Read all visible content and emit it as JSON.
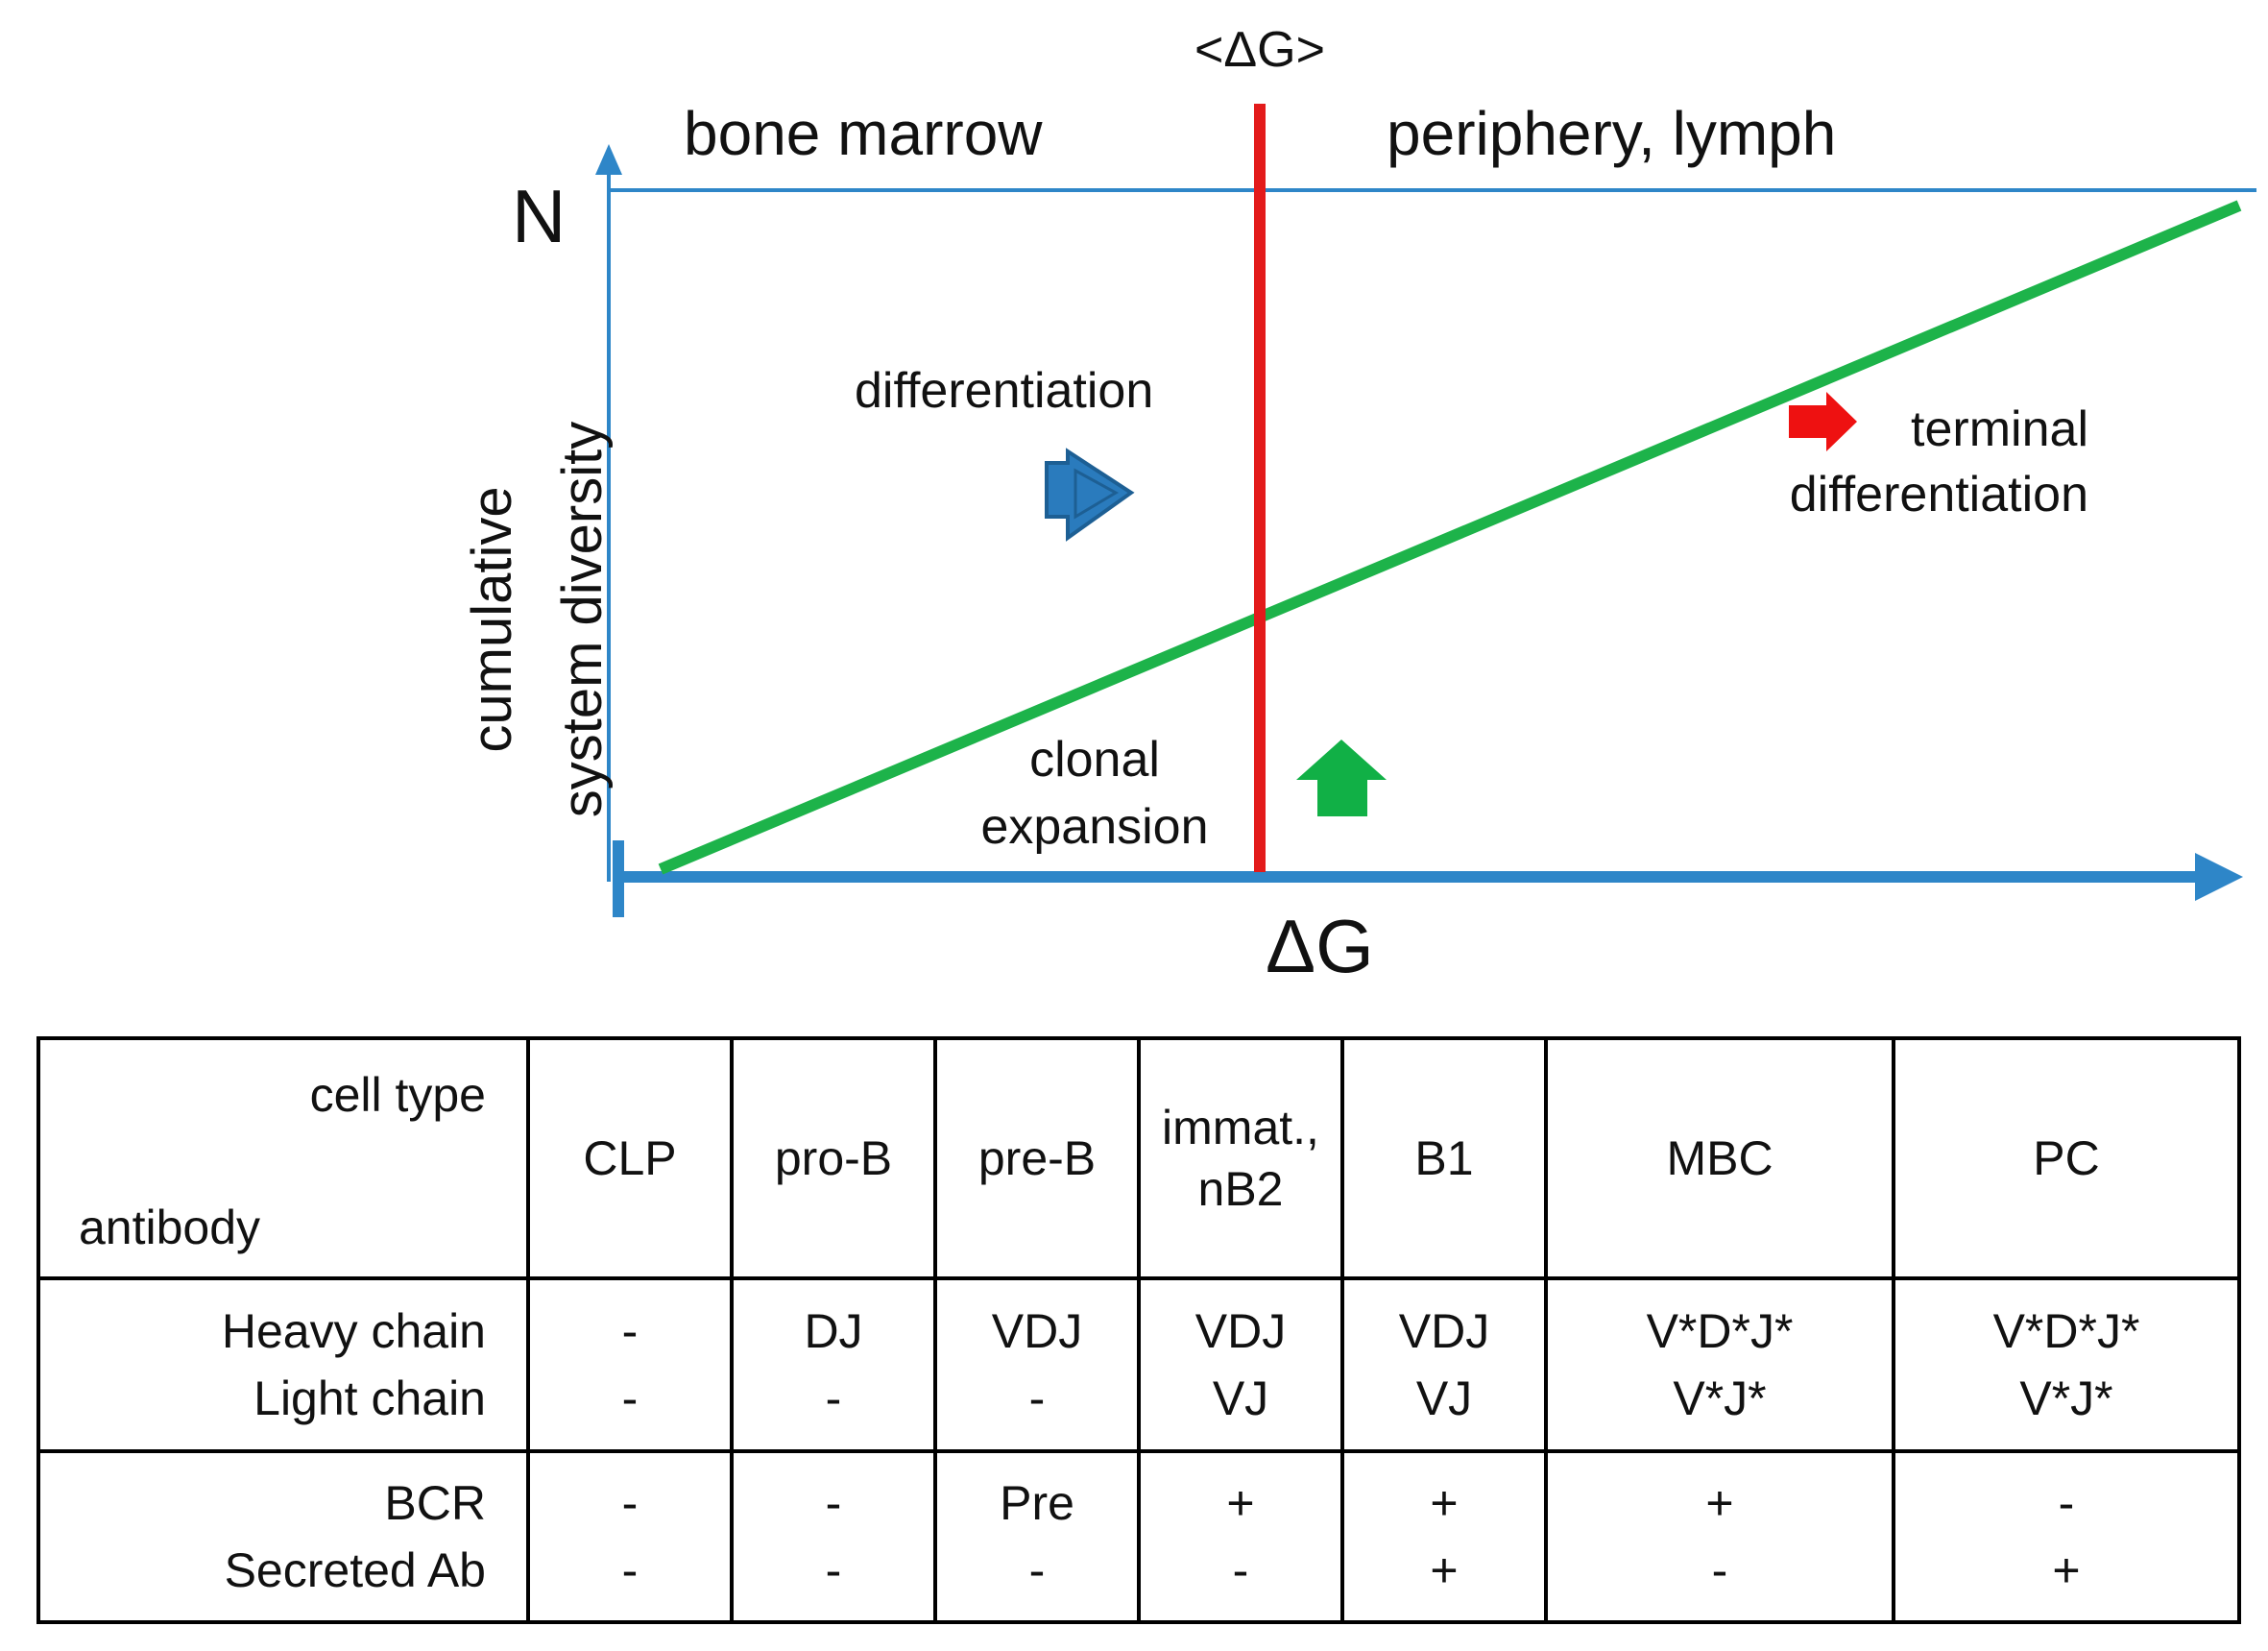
{
  "diagram": {
    "threshold_label": "<ΔG>",
    "regions": {
      "left": "bone marrow",
      "right": "periphery, lymph"
    },
    "y_axis_top_label": "N",
    "y_axis_label_lines": [
      "cumulative",
      "system diversity"
    ],
    "x_axis_label": "ΔG",
    "annotations": {
      "differentiation": "differentiation",
      "clonal_expansion": [
        "clonal",
        "expansion"
      ],
      "terminal_differentiation": [
        "terminal",
        "differentiation"
      ]
    },
    "colors": {
      "axis": "#2e86c8",
      "threshold": "#e31b1b",
      "diversity_line": "#1db34a",
      "diff_arrow": "#2a7bbd",
      "expansion_arrow": "#11b046",
      "terminal_arrow": "#ee1111"
    }
  },
  "table": {
    "corner": {
      "top": "cell type",
      "bottom": "antibody"
    },
    "cell_types": [
      {
        "lines": [
          "CLP"
        ]
      },
      {
        "lines": [
          "pro-B"
        ]
      },
      {
        "lines": [
          "pre-B"
        ]
      },
      {
        "lines": [
          "immat.,",
          "nB2"
        ]
      },
      {
        "lines": [
          "B1"
        ]
      },
      {
        "lines": [
          "MBC"
        ]
      },
      {
        "lines": [
          "PC"
        ]
      }
    ],
    "row_groups": [
      {
        "labels": [
          "Heavy chain",
          "Light chain"
        ],
        "values": [
          [
            "-",
            "-"
          ],
          [
            "DJ",
            "-"
          ],
          [
            "VDJ",
            "-"
          ],
          [
            "VDJ",
            "VJ"
          ],
          [
            "VDJ",
            "VJ"
          ],
          [
            "V*D*J*",
            "V*J*"
          ],
          [
            "V*D*J*",
            "V*J*"
          ]
        ]
      },
      {
        "labels": [
          "BCR",
          "Secreted Ab"
        ],
        "values": [
          [
            "-",
            "-"
          ],
          [
            "-",
            "-"
          ],
          [
            "Pre",
            "-"
          ],
          [
            "+",
            "-"
          ],
          [
            "+",
            "+"
          ],
          [
            "+",
            "-"
          ],
          [
            "-",
            "+"
          ]
        ]
      }
    ]
  }
}
